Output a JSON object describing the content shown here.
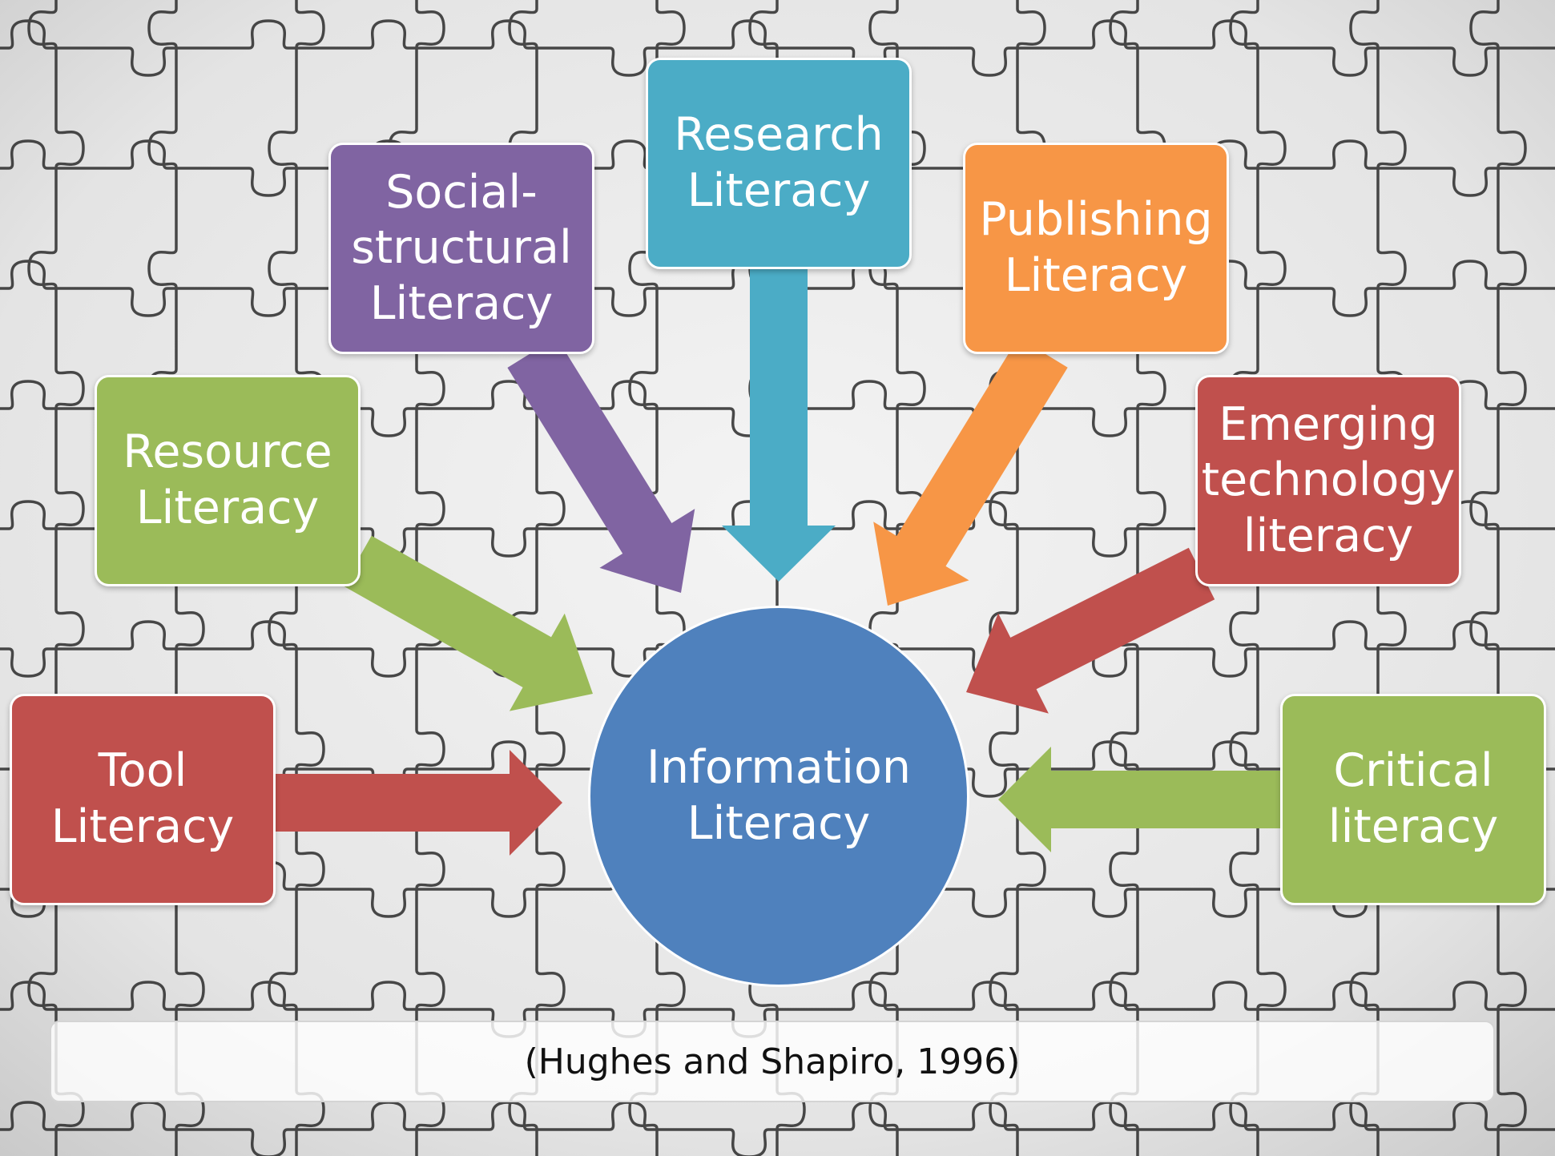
{
  "colors": {
    "red": "#c0504d",
    "green": "#9bbb59",
    "purple": "#8064a2",
    "teal": "#4bacc6",
    "orange": "#f79646",
    "blue": "#4f81bd",
    "background": "#e9e9e9",
    "puzzle_lines": "#2a2a2a"
  },
  "hub": {
    "lines": [
      "Information",
      "Literacy"
    ],
    "color": "#4f81bd"
  },
  "nodes": {
    "tool": {
      "lines": [
        "Tool",
        "Literacy"
      ],
      "color": "#c0504d"
    },
    "resource": {
      "lines": [
        "Resource",
        "Literacy"
      ],
      "color": "#9bbb59"
    },
    "social": {
      "lines": [
        "Social-",
        "structural",
        "Literacy"
      ],
      "color": "#8064a2"
    },
    "research": {
      "lines": [
        "Research",
        "Literacy"
      ],
      "color": "#4bacc6"
    },
    "publishing": {
      "lines": [
        "Publishing",
        "Literacy"
      ],
      "color": "#f79646"
    },
    "emerging": {
      "lines": [
        "Emerging",
        "technology",
        "literacy"
      ],
      "color": "#c0504d"
    },
    "critical": {
      "lines": [
        "Critical",
        "literacy"
      ],
      "color": "#9bbb59"
    }
  },
  "citation": "(Hughes and Shapiro, 1996)"
}
